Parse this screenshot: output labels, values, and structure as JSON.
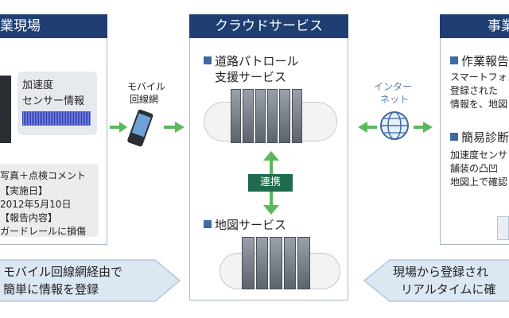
{
  "left_panel": {
    "header": "業現場",
    "sensor_label_1": "加速度",
    "sensor_label_2": "センサー情報",
    "comment_title": "写真＋点検コメント",
    "comment_lines": [
      "【実施日】",
      "2012年5月10日",
      "【報告内容】",
      "ガードレールに損傷"
    ]
  },
  "mobile_label": [
    "モバイル",
    "回線網"
  ],
  "center_panel": {
    "header": "クラウドサービス",
    "service_1": [
      "道路パトロール",
      "支援サービス"
    ],
    "link_label": "連携",
    "service_2": "地図サービス"
  },
  "internet_label": [
    "インター",
    "ネット"
  ],
  "right_panel": {
    "header": "事業",
    "item_1_title": "作業報告",
    "item_1_lines": [
      "スマートフォン",
      "登録された",
      "情報を、地図"
    ],
    "item_2_title": "簡易診断",
    "item_2_lines": [
      "加速度センサ",
      "舗装の凸凹",
      "地図上で確認"
    ]
  },
  "bottom_left": [
    "モバイル回線網経由で",
    "簡単に情報を登録"
  ],
  "bottom_right": [
    "現場から登録され",
    "リアルタイムに確"
  ],
  "colors": {
    "header": "#1f3f73",
    "arrow": "#5cb85c",
    "badge": "#1f6b4d"
  }
}
